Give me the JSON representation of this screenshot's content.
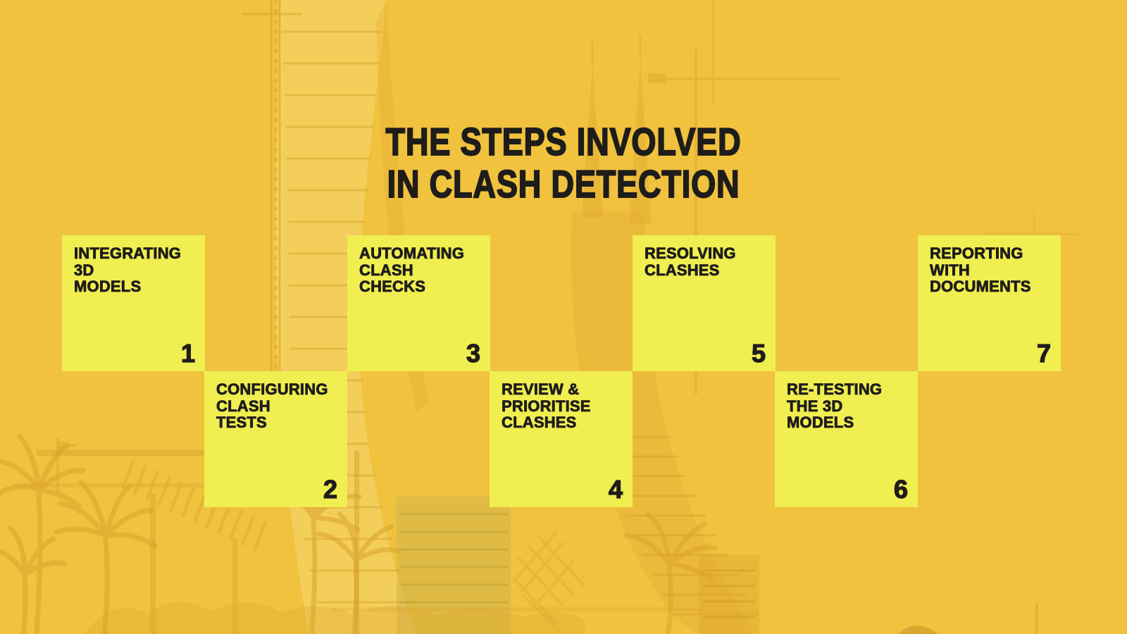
{
  "title": {
    "line1": "THE STEPS INVOLVED",
    "line2": "IN CLASH DETECTION"
  },
  "steps": [
    {
      "number": "1",
      "label": "INTEGRATING\n3D\nMODELS"
    },
    {
      "number": "2",
      "label": "CONFIGURING\nCLASH\nTESTS"
    },
    {
      "number": "3",
      "label": "AUTOMATING\nCLASH\nCHECKS"
    },
    {
      "number": "4",
      "label": "REVIEW &\nPRIORITISE\nCLASHES"
    },
    {
      "number": "5",
      "label": "RESOLVING\nCLASHES"
    },
    {
      "number": "6",
      "label": "RE-TESTING\nTHE 3D\nMODELS"
    },
    {
      "number": "7",
      "label": "REPORTING\nWITH\nDOCUMENTS"
    }
  ],
  "colors": {
    "background_gold": "#F0C23E",
    "card_yellow": "#F0EE50",
    "text_dark": "#1E1D1B"
  }
}
